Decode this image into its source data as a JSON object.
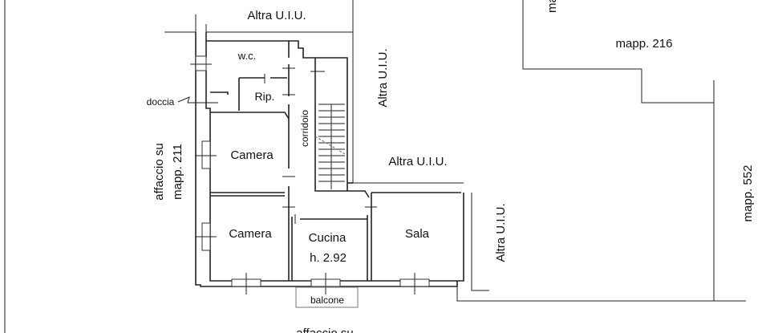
{
  "plan": {
    "rooms": {
      "wc": "w.c.",
      "rip": "Rip.",
      "camera1": "Camera",
      "camera2": "Camera",
      "corridoio": "corridoio",
      "cucina": "Cucina",
      "cucina_height": "h. 2.92",
      "sala": "Sala",
      "balcone": "balcone",
      "doccia": "doccia"
    },
    "surroundings": {
      "altra_top": "Altra U.I.U.",
      "altra_right_vertical": "Altra U.I.U.",
      "altra_mid": "Altra U.I.U.",
      "altra_lower_vertical": "Altra U.I.U.",
      "affaccio_left": "affaccio su",
      "affaccio_left_mapp": "mapp. 211",
      "affaccio_bottom": "affaccio su",
      "mapp_216": "mapp. 216",
      "mapp_552": "mapp. 552",
      "mapp_top_cut": "ma"
    }
  }
}
